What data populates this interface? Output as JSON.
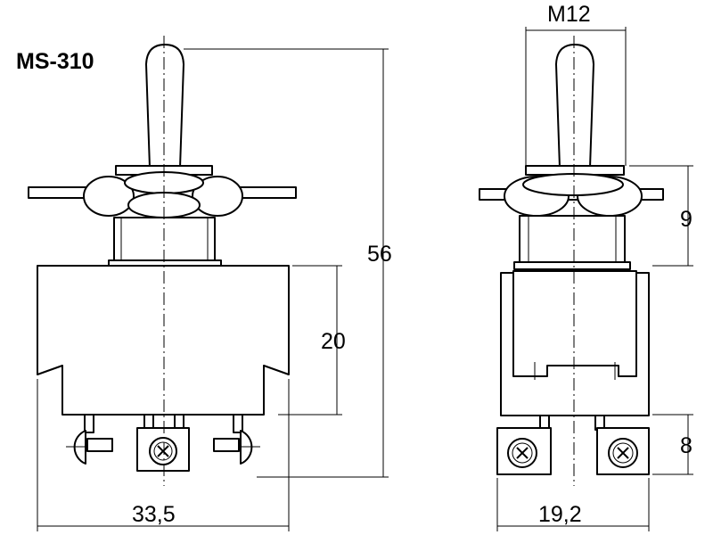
{
  "model": "MS-310",
  "dimensions": {
    "thread": "M12",
    "total_height": "56",
    "body_height": "20",
    "body_width": "33,5",
    "bushing_height": "9",
    "side_width": "19,2",
    "terminal_height": "8"
  }
}
